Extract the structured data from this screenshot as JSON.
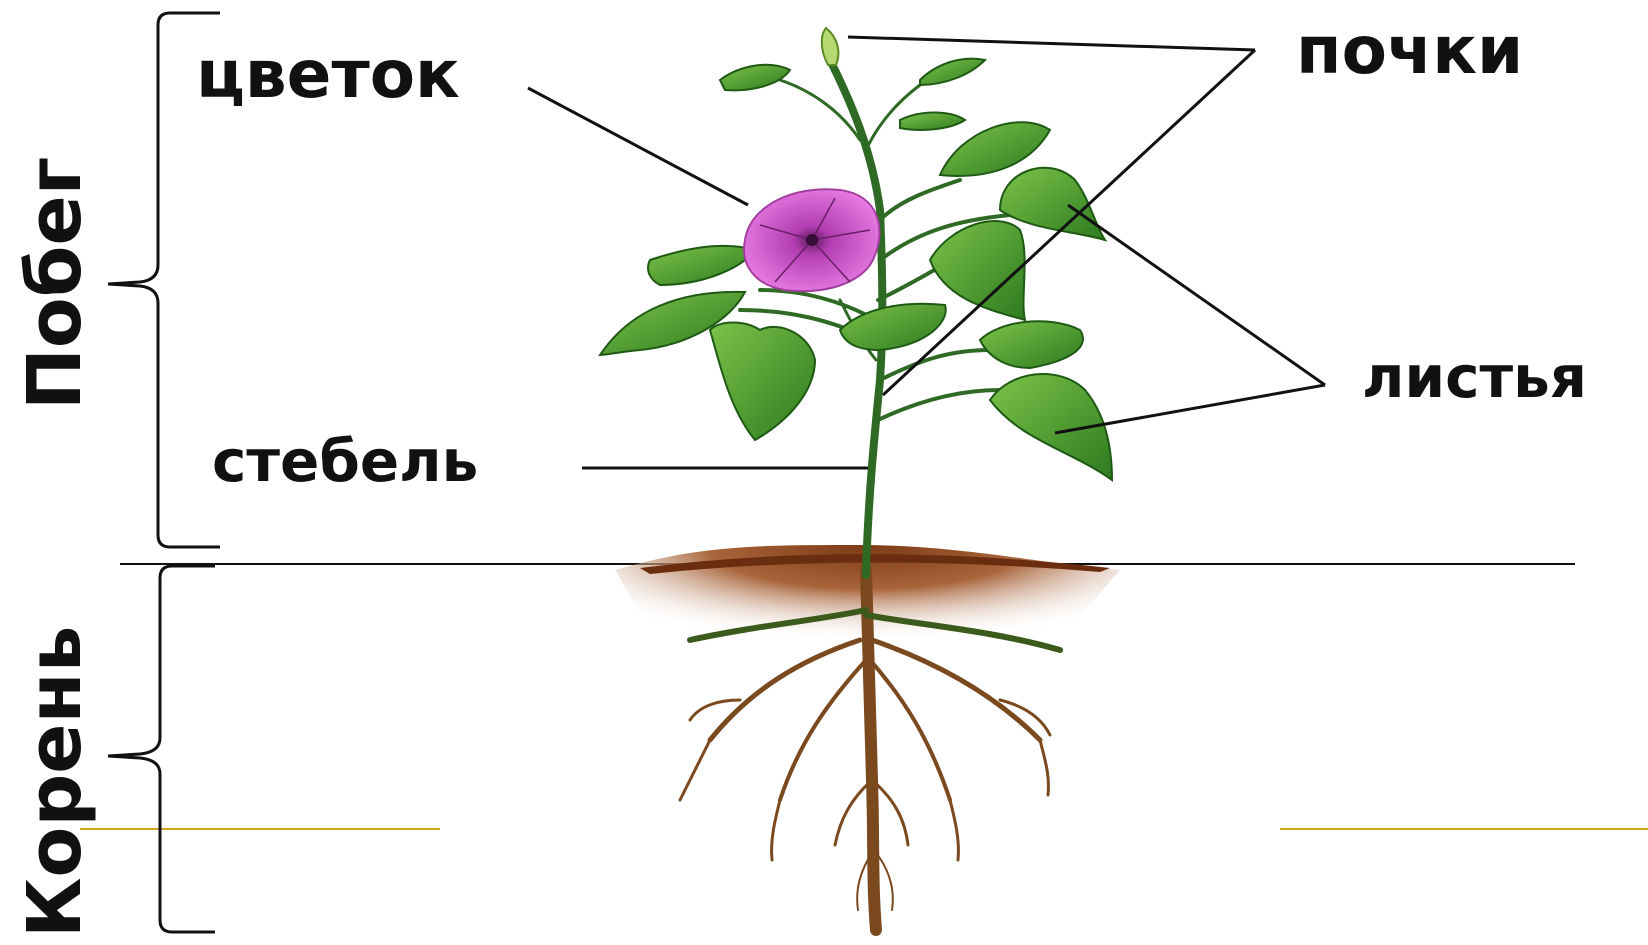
{
  "labels": {
    "flower": "цветок",
    "buds": "почки",
    "leaves": "листья",
    "stem": "стебель",
    "shoot": "Побег",
    "root": "Корень"
  },
  "colors": {
    "text": "#111111",
    "leader_lines": "#111111",
    "soil": "#8b4a23",
    "stem": "#2f6a24",
    "leaf": "#4f9b2c",
    "flower": "#d24fcf",
    "root": "#7a4a1e",
    "accent_line": "#d4a419"
  }
}
